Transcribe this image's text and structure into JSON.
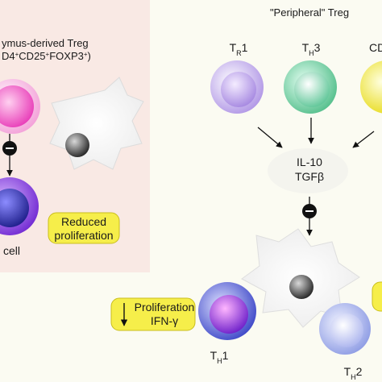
{
  "thymus_panel": {
    "title_line1": "ymus-derived Treg",
    "title_line2_prefix": "D4",
    "title_line2_sup1": "+",
    "title_line2_mid1": "CD25",
    "title_line2_sup2": "+",
    "title_line2_mid2": "FOXP3",
    "title_line2_sup3": "+",
    "title_line2_suffix": ")",
    "target_label": "cell",
    "callout_line1": "Reduced",
    "callout_line2": "proliferation"
  },
  "peripheral_panel": {
    "title": "\"Peripheral\" Treg",
    "cells": [
      {
        "main": "T",
        "sub": "R",
        "suffix": "1"
      },
      {
        "main": "T",
        "sub": "H",
        "suffix": "3"
      },
      {
        "main": "CD",
        "sub": "",
        "suffix": ""
      }
    ],
    "cytokine_line1": "IL-10",
    "cytokine_line2": "TGFβ",
    "target_cells": [
      {
        "main": "T",
        "sub": "H",
        "suffix": "1"
      },
      {
        "main": "T",
        "sub": "H",
        "suffix": "2"
      }
    ],
    "callout_line1": "Proliferation",
    "callout_line2": "IFN-γ"
  },
  "colors": {
    "thymus_bg": "#f9e9e4",
    "callout_fill": "#f6ee4a",
    "pink_cell": "#f06ec4",
    "purple_cell": "#7a2fd6",
    "lavender_cell": "#b69be6",
    "green_cell": "#66c99c",
    "yellow_cell": "#f0e63c",
    "blue_cell": "#4d58d4",
    "lightblue_cell": "#9aa7ea"
  }
}
